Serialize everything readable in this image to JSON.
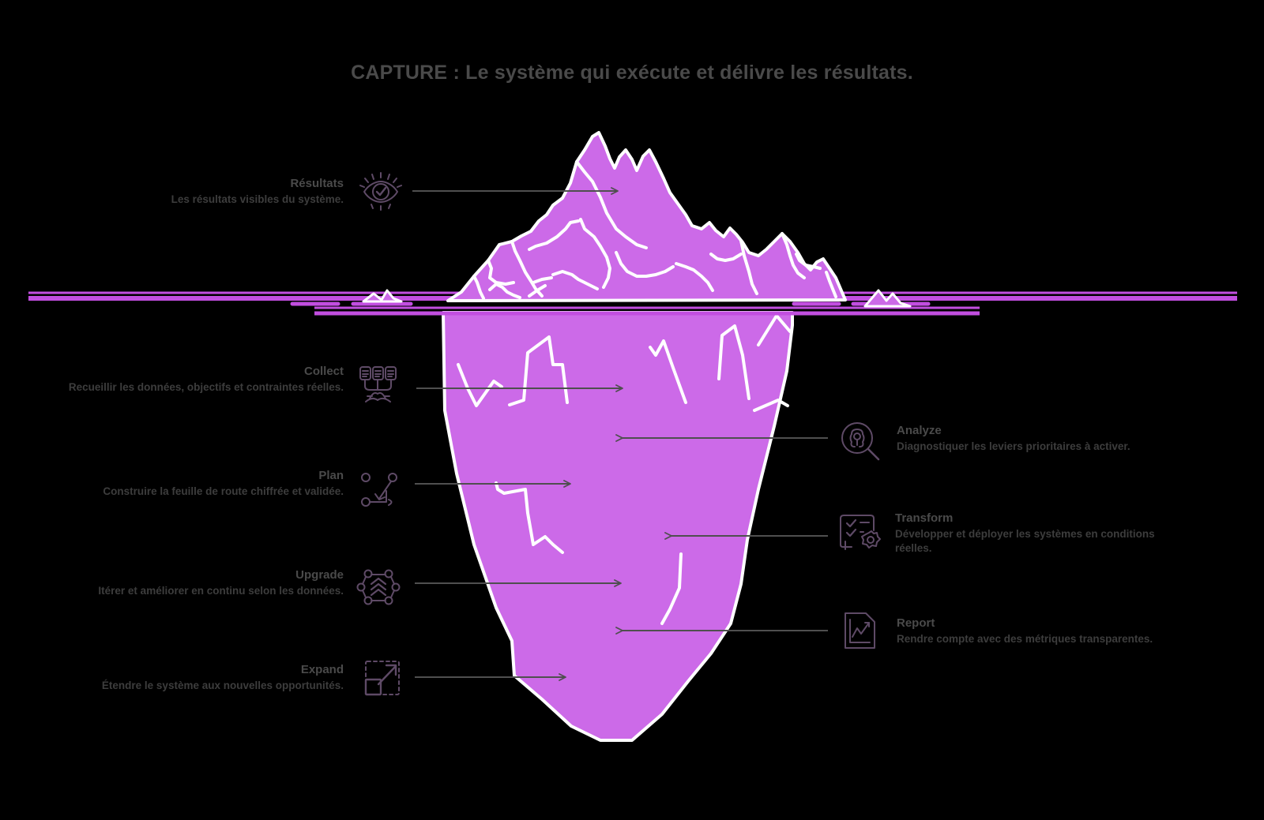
{
  "title": "CAPTURE : Le système qui exécute et délivre les résultats.",
  "theme": {
    "background": "#000000",
    "iceberg_fill": "#cc6ae8",
    "iceberg_outline": "#ffffff",
    "waterline": "#c24ee0",
    "arrow": "#4f4f4f",
    "icon_stroke": "#5e4a66",
    "title_color": "#4a4a4a",
    "label_color": "#4a4a4a",
    "desc_color": "#3d3d3d"
  },
  "left_items": [
    {
      "id": "resultats",
      "label": "Résultats",
      "description": "Les résultats visibles du système.",
      "icon": "eye-check-icon",
      "position": "above-water"
    },
    {
      "id": "collect",
      "label": "Collect",
      "description": "Recueillir les données, objectifs et contraintes réelles.",
      "icon": "data-sources-icon",
      "position": "below-water"
    },
    {
      "id": "plan",
      "label": "Plan",
      "description": "Construire la feuille de route chiffrée et validée.",
      "icon": "route-plan-icon",
      "position": "below-water"
    },
    {
      "id": "upgrade",
      "label": "Upgrade",
      "description": "Itérer et améliorer en continu selon les données.",
      "icon": "network-upgrade-icon",
      "position": "below-water"
    },
    {
      "id": "expand",
      "label": "Expand",
      "description": "Étendre le système aux nouvelles opportunités.",
      "icon": "expand-arrow-icon",
      "position": "below-water"
    }
  ],
  "right_items": [
    {
      "id": "analyze",
      "label": "Analyze",
      "description": "Diagnostiquer les leviers prioritaires à activer.",
      "icon": "magnifier-brain-icon",
      "position": "below-water"
    },
    {
      "id": "transform",
      "label": "Transform",
      "description": "Développer et déployer les systèmes en conditions réelles.",
      "icon": "checklist-gear-icon",
      "position": "below-water"
    },
    {
      "id": "report",
      "label": "Report",
      "description": "Rendre compte avec des métriques transparentes.",
      "icon": "report-chart-icon",
      "position": "below-water"
    }
  ]
}
